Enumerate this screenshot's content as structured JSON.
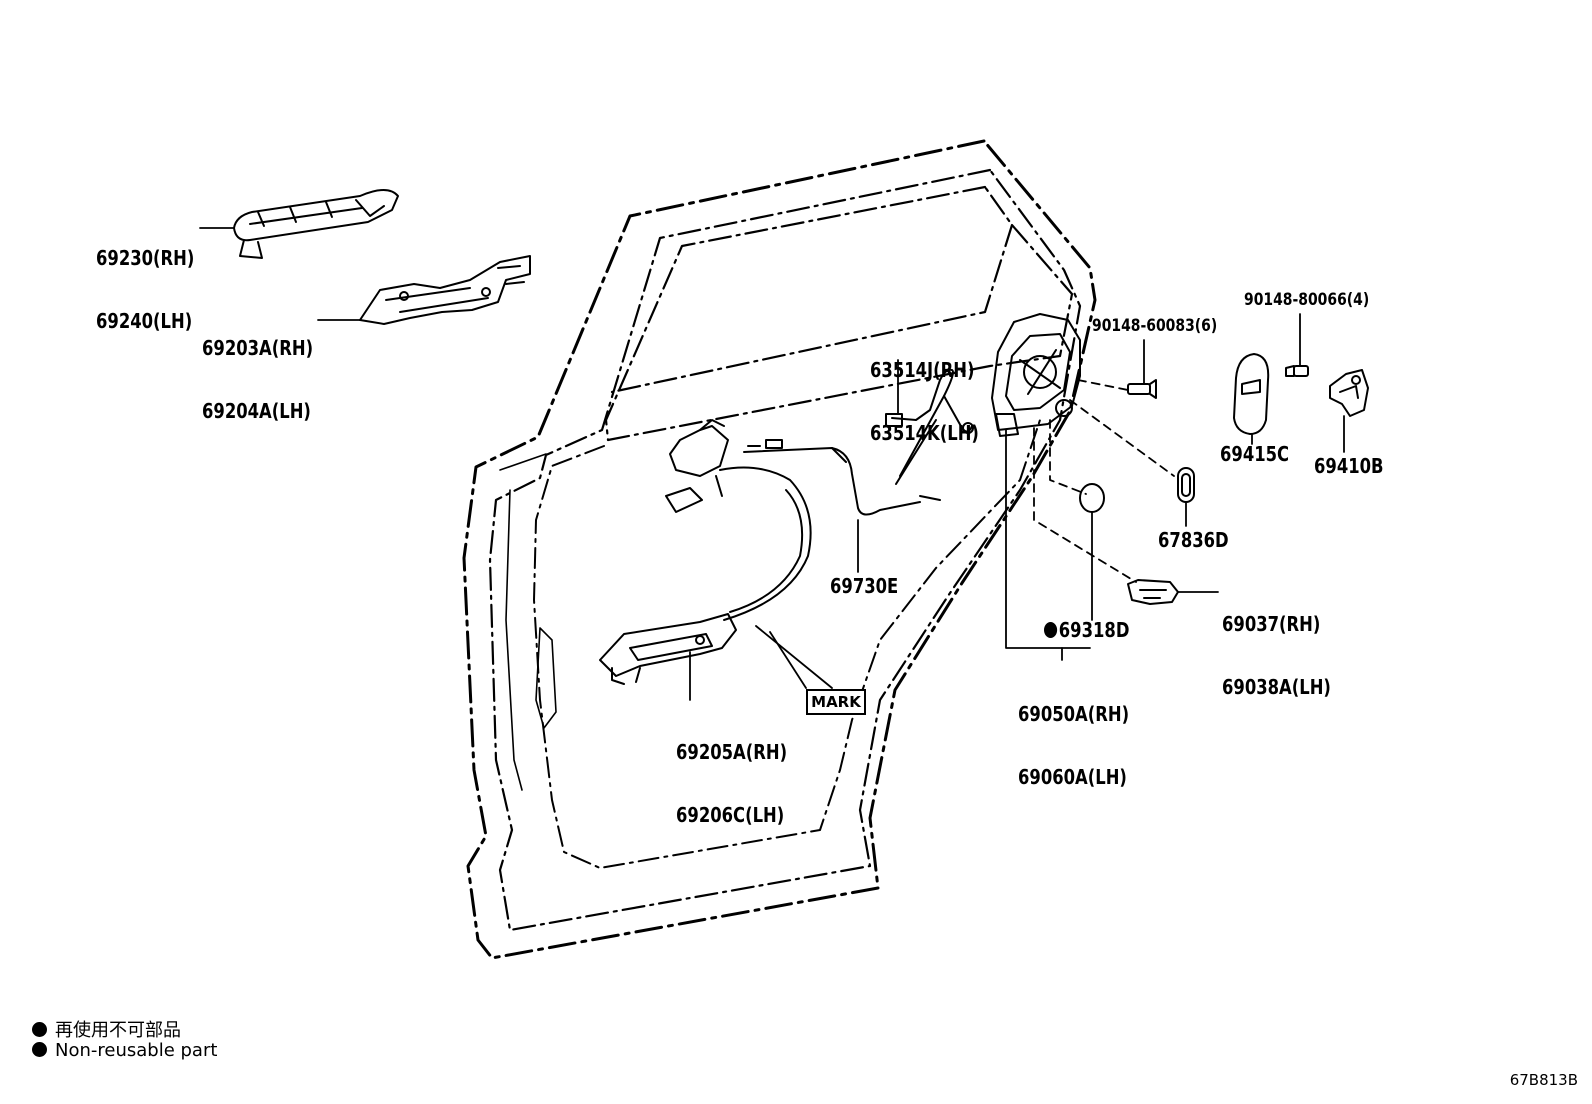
{
  "parts": {
    "outer_handle": {
      "rh": "69230(RH)",
      "lh": "69240(LH)"
    },
    "outer_handle_frame": {
      "rh": "69203A(RH)",
      "lh": "69204A(LH)"
    },
    "wire_harness": {
      "rh": "63514J(RH)",
      "lh": "63514K(LH)"
    },
    "screw_a": "90148-60083(6)",
    "screw_b": "90148-80066(4)",
    "cover": "69415C",
    "striker": "69410B",
    "cable": "69730E",
    "grommet": "67836D",
    "rod_guide": {
      "rh": "69037(RH)",
      "lh": "69038A(LH)"
    },
    "seal": "69318D",
    "lock_assembly": {
      "rh": "69050A(RH)",
      "lh": "69060A(LH)"
    },
    "inner_handle": {
      "rh": "69205A(RH)",
      "lh": "69206C(LH)"
    },
    "mark": "MARK"
  },
  "legend": {
    "jp": "再使用不可部品",
    "en": "Non-reusable part"
  },
  "figure_id": "67B813B"
}
